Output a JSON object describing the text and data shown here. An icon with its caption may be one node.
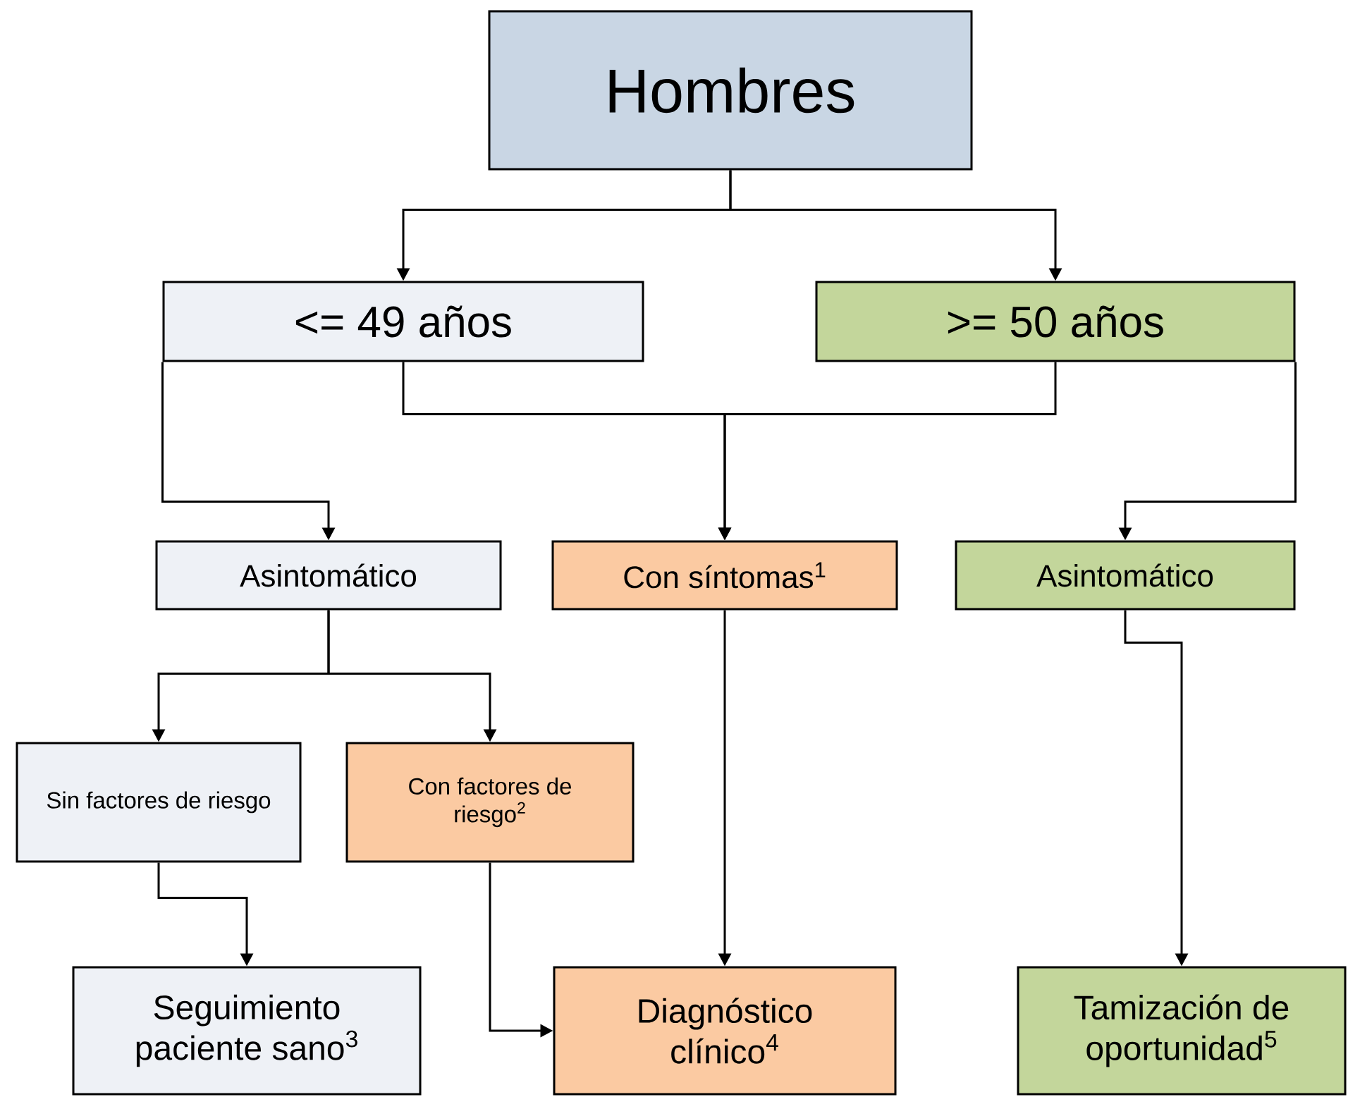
{
  "diagram": {
    "nodes": [
      {
        "text": [
          "Hombres"
        ]
      },
      {
        "text": [
          "<= 49 años"
        ]
      },
      {
        "text": [
          ">= 50 años"
        ]
      },
      {
        "text": [
          "Asintomático"
        ]
      },
      {
        "text": [
          "Con síntomas$^{1}$"
        ]
      },
      {
        "text": [
          "Asintomático"
        ]
      },
      {
        "text": [
          "Sin factores de riesgo"
        ]
      },
      {
        "text": [
          "Con factores de riesgo$^{2}$"
        ]
      },
      {
        "text": [
          "Seguimiento paciente sano$^{3}$"
        ]
      },
      {
        "text": [
          "Diagnóstico clínico$^{4}$"
        ]
      },
      {
        "text": [
          "Tamización de oportunidad$^{5}$"
        ]
      }
    ],
    "edges": [
      {
        "from": 0,
        "to": 1,
        "arrow": "to"
      },
      {
        "from": 0,
        "to": 2,
        "arrow": "to"
      },
      {
        "from": 1,
        "to": 3,
        "arrow": "to"
      },
      {
        "from": 1,
        "to": 4,
        "arrow": "to"
      },
      {
        "from": 2,
        "to": 4,
        "arrow": "to"
      },
      {
        "from": 2,
        "to": 5,
        "arrow": "to"
      },
      {
        "from": 3,
        "to": 6,
        "arrow": "to"
      },
      {
        "from": 3,
        "to": 7,
        "arrow": "to"
      },
      {
        "from": 4,
        "to": 9,
        "arrow": "to"
      },
      {
        "from": 5,
        "to": 10,
        "arrow": "to"
      },
      {
        "from": 6,
        "to": 8,
        "arrow": "to"
      },
      {
        "from": 7,
        "to": 9,
        "arrow": "to"
      }
    ]
  }
}
